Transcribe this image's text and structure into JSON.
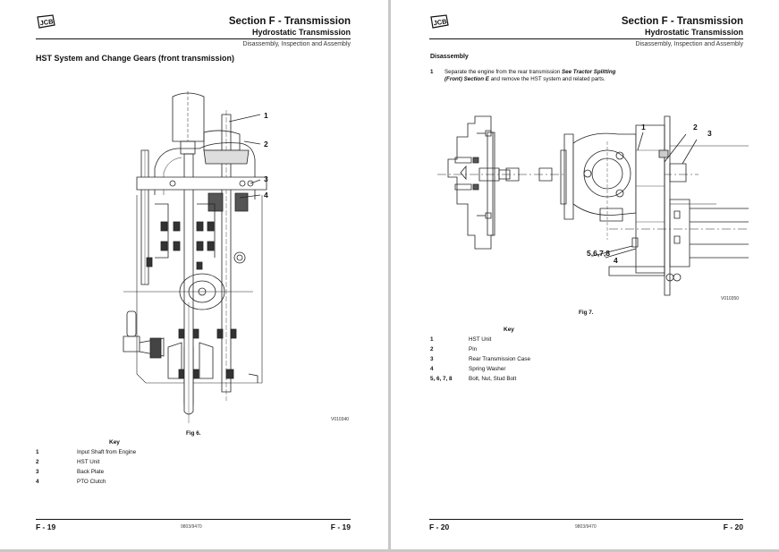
{
  "pages": [
    {
      "header": {
        "logo": "JCB",
        "section_title": "Section F - Transmission",
        "subsection_title": "Hydrostatic Transmission",
        "topic": "Disassembly, Inspection and Assembly"
      },
      "heading": "HST System and Change Gears (front transmission)",
      "figure": {
        "caption": "Fig 6.",
        "reference": "V010340",
        "callouts": [
          "1",
          "2",
          "3",
          "4"
        ]
      },
      "key": {
        "title": "Key",
        "items": [
          {
            "num": "1",
            "label": "Input Shaft from Engine"
          },
          {
            "num": "2",
            "label": "HST Unit"
          },
          {
            "num": "3",
            "label": "Back Plate"
          },
          {
            "num": "4",
            "label": "PTO Clutch"
          }
        ]
      },
      "footer": {
        "page_left": "F - 19",
        "doc_code": "9803/9470",
        "page_right": "F - 19"
      }
    },
    {
      "header": {
        "logo": "JCB",
        "section_title": "Section F - Transmission",
        "subsection_title": "Hydrostatic Transmission",
        "topic": "Disassembly, Inspection and Assembly"
      },
      "heading": "Disassembly",
      "step": {
        "num": "1",
        "text_before": "Separate the engine from the rear transmission ",
        "text_ref": "See Tractor Splitting (Front) Section E",
        "text_after": " and remove the HST system and related parts."
      },
      "figure": {
        "caption": "Fig 7.",
        "reference": "V010350",
        "callouts": [
          "1",
          "2",
          "3",
          "5,6,7,8",
          "4"
        ]
      },
      "key": {
        "title": "Key",
        "items": [
          {
            "num": "1",
            "label": "HST Unit"
          },
          {
            "num": "2",
            "label": "Pin"
          },
          {
            "num": "3",
            "label": "Rear Transmission Case"
          },
          {
            "num": "4",
            "label": "Spring Washer"
          },
          {
            "num": "5, 6, 7, 8",
            "label": "Bolt, Nut, Stud Bolt"
          }
        ]
      },
      "footer": {
        "page_left": "F - 20",
        "doc_code": "9803/9470",
        "page_right": "F - 20"
      }
    }
  ]
}
